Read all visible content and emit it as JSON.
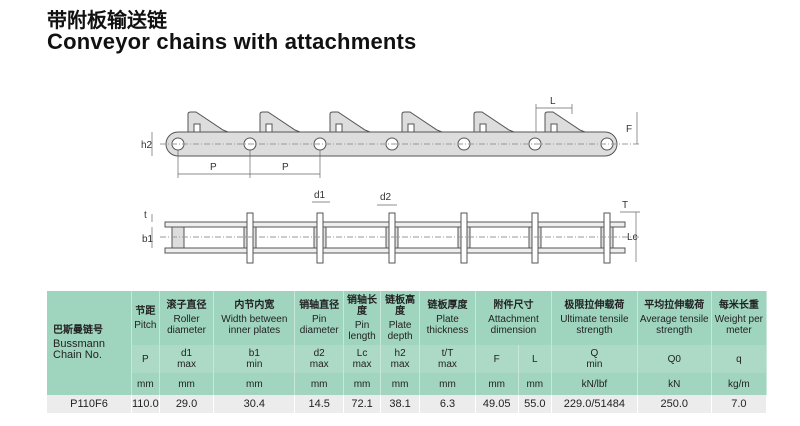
{
  "title_cn": "带附板输送链",
  "title_en": "Conveyor chains with attachments",
  "diagram": {
    "labels": {
      "P1": "P",
      "P2": "P",
      "h2": "h2",
      "L": "L",
      "F": "F",
      "d1": "d1",
      "d2": "d2",
      "t": "t",
      "b1": "b1",
      "T": "T",
      "Lc": "Lc"
    }
  },
  "table": {
    "chain_no_cn": "巴斯曼链号",
    "chain_no_en1": "Bussmann",
    "chain_no_en2": "Chain No.",
    "columns": [
      {
        "cn": "节距",
        "en": "Pitch",
        "sym": "P",
        "sub": "",
        "unit": "mm"
      },
      {
        "cn": "滚子直径",
        "en": "Roller diameter",
        "sym": "d1",
        "sub": "max",
        "unit": "mm"
      },
      {
        "cn": "内节内宽",
        "en": "Width between inner plates",
        "sym": "b1",
        "sub": "min",
        "unit": "mm"
      },
      {
        "cn": "销轴直径",
        "en": "Pin diameter",
        "sym": "d2",
        "sub": "max",
        "unit": "mm"
      },
      {
        "cn": "销轴长度",
        "en": "Pin length",
        "sym": "Lc",
        "sub": "max",
        "unit": "mm"
      },
      {
        "cn": "链板高度",
        "en": "Plate depth",
        "sym": "h2",
        "sub": "max",
        "unit": "mm"
      },
      {
        "cn": "链板厚度",
        "en": "Plate thickness",
        "sym": "t/T",
        "sub": "max",
        "unit": "mm"
      },
      {
        "cn": "附件尺寸",
        "en": "Attachment dimension",
        "sym": "F",
        "sub": "",
        "unit": "mm",
        "sym2": "L",
        "unit2": "mm"
      },
      {
        "cn": "极限拉伸载荷",
        "en": "Ultimate tensile strength",
        "sym": "Q",
        "sub": "min",
        "unit": "kN/lbf"
      },
      {
        "cn": "平均拉伸载荷",
        "en": "Average tensile strength",
        "sym": "Q0",
        "sub": "",
        "unit": "kN"
      },
      {
        "cn": "每米长重",
        "en": "Weight per meter",
        "sym": "q",
        "sub": "",
        "unit": "kg/m"
      }
    ],
    "rows": [
      [
        "P110F6",
        "110.0",
        "29.0",
        "30.4",
        "14.5",
        "72.1",
        "38.1",
        "6.3",
        "49.05",
        "55.0",
        "229.0/51484",
        "250.0",
        "7.0"
      ]
    ]
  }
}
